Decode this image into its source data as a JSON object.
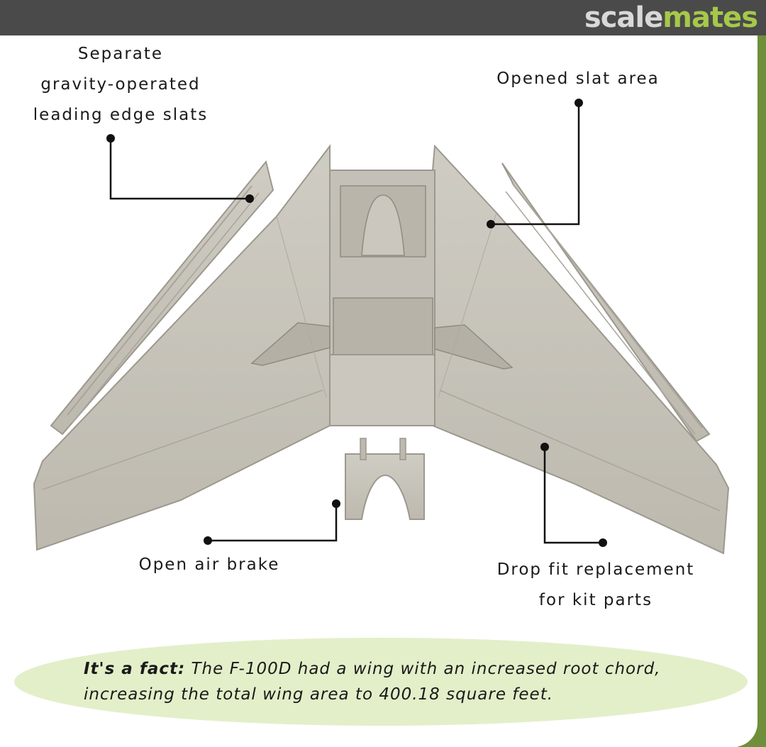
{
  "header": {
    "brand_part1": "scale",
    "brand_part2": "mates"
  },
  "callouts": {
    "slats": {
      "lines": [
        "Separate",
        "gravity-operated",
        "leading edge slats"
      ]
    },
    "opened_slat": {
      "lines": [
        "Opened slat area"
      ]
    },
    "air_brake": {
      "lines": [
        "Open air brake"
      ]
    },
    "drop_fit": {
      "lines": [
        "Drop fit replacement",
        "for kit parts"
      ]
    }
  },
  "fact": {
    "lead": "It's a fact:",
    "text": "The F-100D had a wing with an increased root chord, increasing the total wing area to 400.18 square feet."
  },
  "colors": {
    "header_bg": "#4a4a4a",
    "brand_gray": "#d8d8d8",
    "brand_green": "#a6c84a",
    "part_gray": "#c9c6bd",
    "fact_bg": "#e3efc9"
  }
}
